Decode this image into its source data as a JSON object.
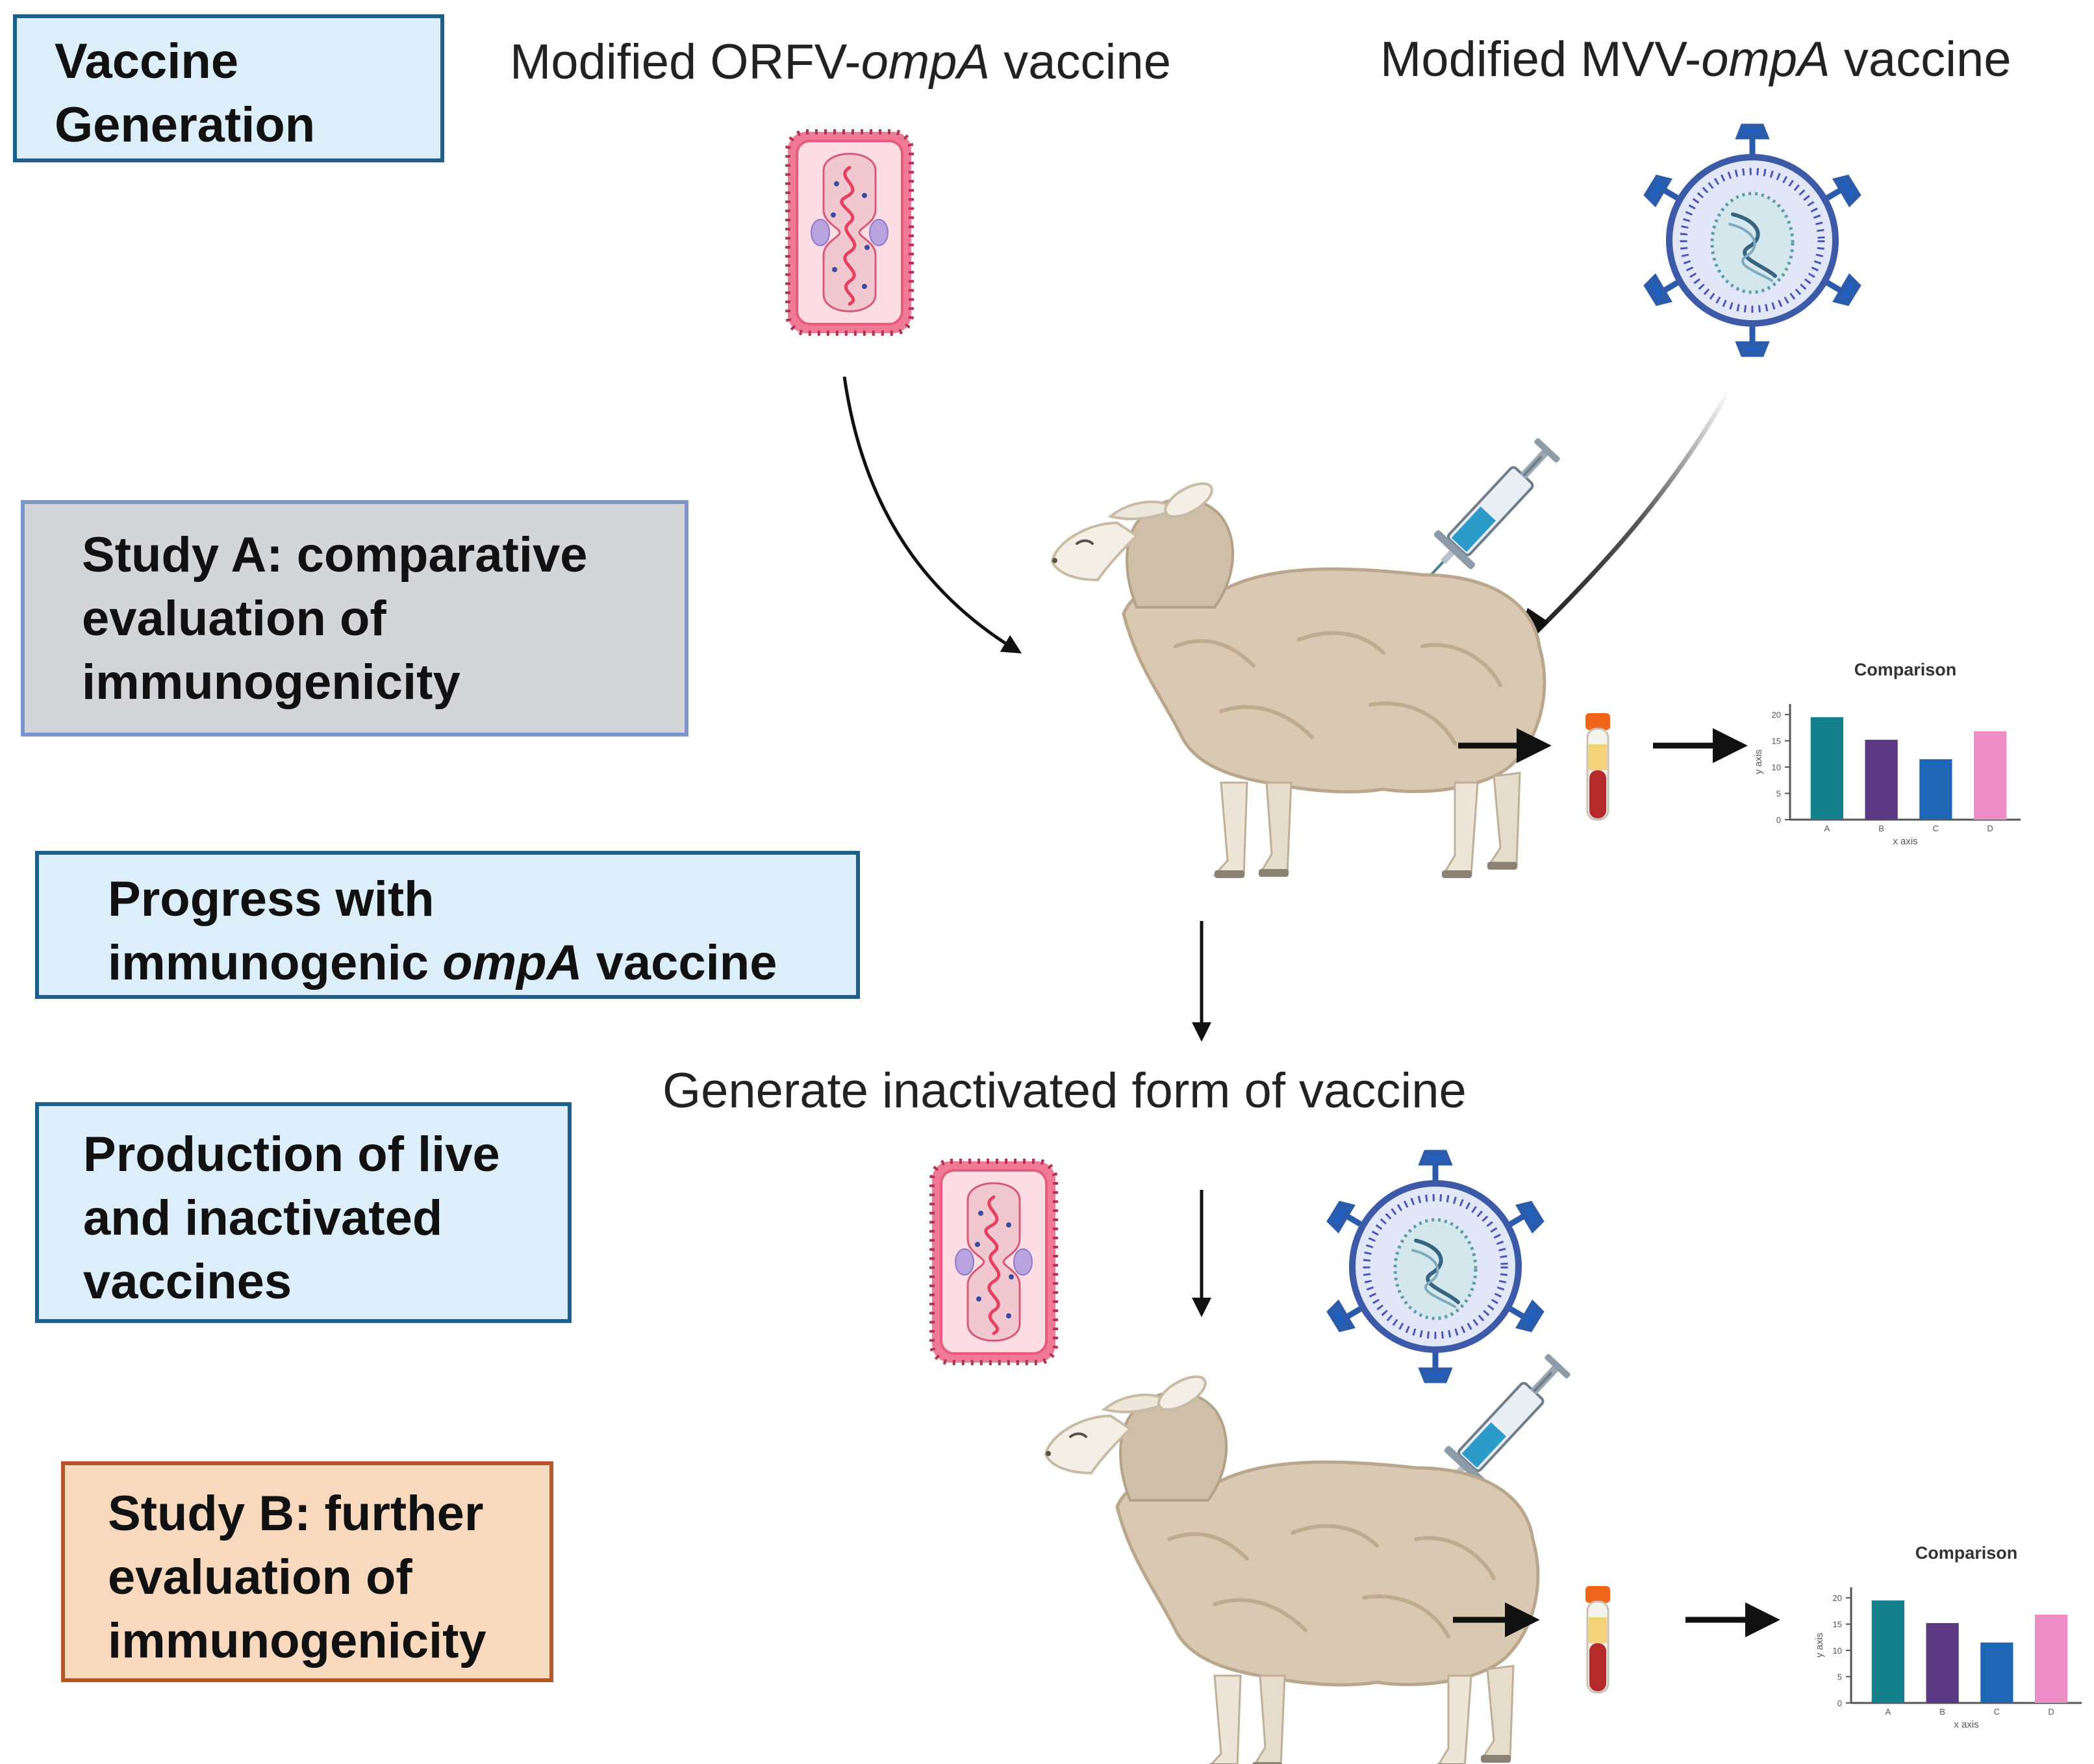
{
  "colors": {
    "info_box_fill": "#DCEEFA",
    "info_box_border": "#1F5F8B",
    "study_a_fill": "#D3D5D9",
    "study_a_border": "#7D95C9",
    "study_b_fill": "#F9D9BD",
    "study_b_border": "#B5562A",
    "bar_a": "#14808C",
    "bar_b": "#5B3A83",
    "bar_c": "#1F67B5",
    "bar_d": "#EE8CC6"
  },
  "boxes": {
    "vaccine_generation": [
      "Vaccine",
      "Generation"
    ],
    "study_a": [
      "Study A: comparative",
      "evaluation of",
      "immunogenicity"
    ],
    "progress": {
      "line1": "Progress with",
      "line2_prefix": "immunogenic ",
      "line2_italic": "ompA",
      "line2_suffix": " vaccine"
    },
    "production": [
      "Production of live",
      "and inactivated",
      "vaccines"
    ],
    "study_b": [
      "Study B: further",
      "evaluation of",
      "immunogenicity"
    ]
  },
  "captions": {
    "orfv": {
      "prefix": "Modified ORFV-",
      "italic": "ompA",
      "suffix": " vaccine"
    },
    "mvv": {
      "prefix": "Modified MVV-",
      "italic": "ompA",
      "suffix": " vaccine"
    },
    "inactivated": "Generate inactivated form of vaccine"
  },
  "icons": [
    "orfv-bacterium-icon",
    "mvv-virus-icon",
    "syringe-icon",
    "sheep-icon",
    "blood-tube-icon"
  ],
  "chart_data": [
    {
      "type": "bar",
      "title": "Comparison",
      "xlabel": "x axis",
      "ylabel": "y axis",
      "categories": [
        "A",
        "B",
        "C",
        "D"
      ],
      "values": [
        19.5,
        15.2,
        11.5,
        16.8
      ],
      "yticks": [
        0,
        5,
        10,
        15,
        20
      ],
      "ylim": [
        0,
        22
      ],
      "grid": false
    },
    {
      "type": "bar",
      "title": "Comparison",
      "xlabel": "x axis",
      "ylabel": "y axis",
      "categories": [
        "A",
        "B",
        "C",
        "D"
      ],
      "values": [
        19.5,
        15.2,
        11.5,
        16.8
      ],
      "yticks": [
        0,
        5,
        10,
        15,
        20
      ],
      "ylim": [
        0,
        22
      ],
      "grid": false
    }
  ]
}
